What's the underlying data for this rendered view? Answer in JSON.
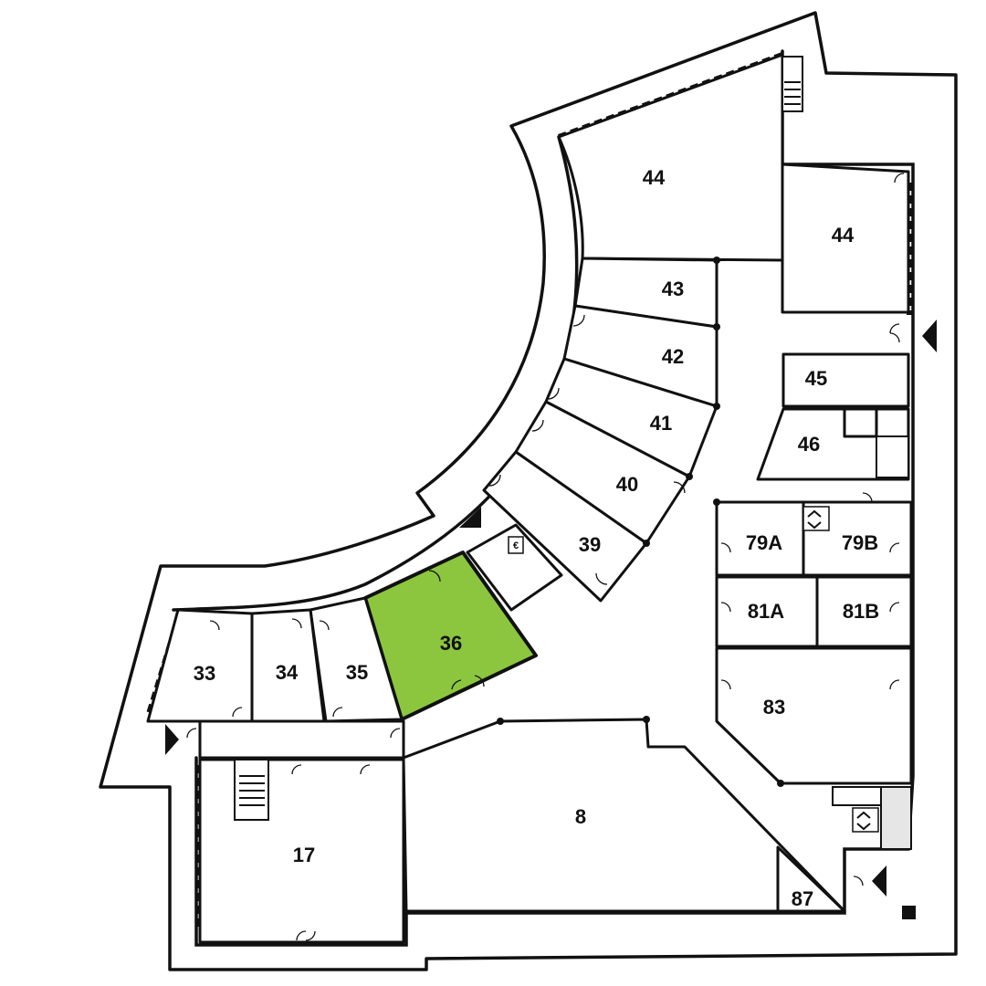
{
  "colors": {
    "highlight": "#8cc63f",
    "wall": "#111111",
    "background": "#ffffff"
  },
  "rooms": [
    {
      "id": "44",
      "label": "44"
    },
    {
      "id": "44b",
      "label": "44"
    },
    {
      "id": "43",
      "label": "43"
    },
    {
      "id": "42",
      "label": "42"
    },
    {
      "id": "41",
      "label": "41"
    },
    {
      "id": "40",
      "label": "40"
    },
    {
      "id": "39",
      "label": "39"
    },
    {
      "id": "45",
      "label": "45"
    },
    {
      "id": "46",
      "label": "46"
    },
    {
      "id": "79A",
      "label": "79A"
    },
    {
      "id": "79B",
      "label": "79B"
    },
    {
      "id": "81A",
      "label": "81A"
    },
    {
      "id": "81B",
      "label": "81B"
    },
    {
      "id": "83",
      "label": "83"
    },
    {
      "id": "36",
      "label": "36",
      "highlighted": true
    },
    {
      "id": "35",
      "label": "35"
    },
    {
      "id": "34",
      "label": "34"
    },
    {
      "id": "33",
      "label": "33"
    },
    {
      "id": "17",
      "label": "17"
    },
    {
      "id": "8",
      "label": "8"
    },
    {
      "id": "87",
      "label": "87"
    }
  ],
  "icons": {
    "atm": "euro-atm-icon",
    "elevator": "elevator-icon",
    "stairs": "stairs-icon",
    "entrance": "entrance-triangle-icon"
  },
  "atm_symbol": "€"
}
